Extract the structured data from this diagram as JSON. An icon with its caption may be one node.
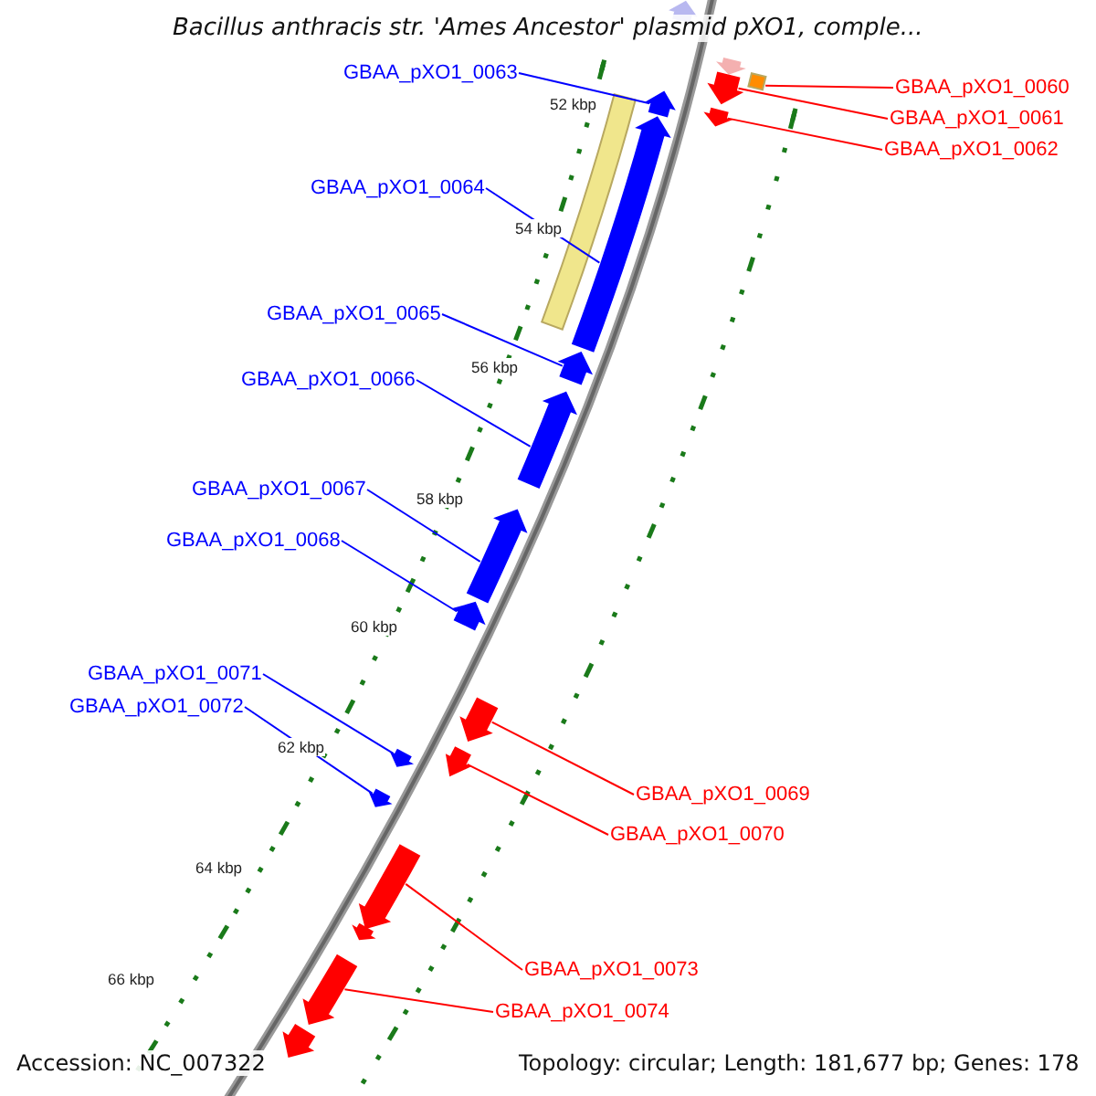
{
  "diagram": {
    "title": "Bacillus anthracis str. 'Ames Ancestor' plasmid pXO1, comple...",
    "nodes": [
      {
        "text": [
          "GBAA_pXO1_0063"
        ]
      },
      {
        "text": [
          "GBAA_pXO1_0060"
        ]
      },
      {
        "text": [
          "GBAA_pXO1_0061"
        ]
      },
      {
        "text": [
          "GBAA_pXO1_0062"
        ]
      },
      {
        "text": [
          "GBAA_pXO1_0064"
        ]
      },
      {
        "text": [
          "GBAA_pXO1_0065"
        ]
      },
      {
        "text": [
          "GBAA_pXO1_0066"
        ]
      },
      {
        "text": [
          "GBAA_pXO1_0067"
        ]
      },
      {
        "text": [
          "GBAA_pXO1_0068"
        ]
      },
      {
        "text": [
          "GBAA_pXO1_0071"
        ]
      },
      {
        "text": [
          "GBAA_pXO1_0072"
        ]
      },
      {
        "text": [
          "GBAA_pXO1_0069"
        ]
      },
      {
        "text": [
          "GBAA_pXO1_0070"
        ]
      },
      {
        "text": [
          "GBAA_pXO1_0073"
        ]
      },
      {
        "text": [
          "GBAA_pXO1_0074"
        ]
      },
      {
        "text": [],
        "shape": "arrow"
      },
      {
        "text": [],
        "shape": "arrow"
      },
      {
        "text": [],
        "shape": "bar"
      },
      {
        "text": [],
        "shape": "arrow"
      },
      {
        "text": [],
        "shape": "arrow"
      },
      {
        "text": [],
        "shape": "arrow"
      },
      {
        "text": [],
        "shape": "bar"
      },
      {
        "text": [],
        "shape": "arrow"
      },
      {
        "text": [],
        "shape": "arrow"
      },
      {
        "text": [],
        "shape": "arrow"
      },
      {
        "text": [],
        "shape": "arrow"
      },
      {
        "text": [],
        "shape": "arrow"
      },
      {
        "text": [],
        "shape": "arrow"
      },
      {
        "text": [],
        "shape": "arrow"
      },
      {
        "text": [],
        "shape": "arrow"
      },
      {
        "text": [],
        "shape": "arrow"
      },
      {
        "text": [],
        "shape": "arrow"
      },
      {
        "text": [],
        "shape": "arrow"
      },
      {
        "text": [],
        "shape": "arrow"
      },
      {
        "text": [],
        "shape": "arrow"
      }
    ],
    "edges": [
      {
        "from": 0,
        "to": 19,
        "arrow": "none"
      },
      {
        "from": 1,
        "to": 17,
        "arrow": "none",
        "color": "#ff0000"
      },
      {
        "from": 2,
        "to": 18,
        "arrow": "none",
        "color": "#ff0000"
      },
      {
        "from": 3,
        "to": 20,
        "arrow": "none",
        "color": "#ff0000"
      },
      {
        "from": 4,
        "to": 22,
        "arrow": "none"
      },
      {
        "from": 5,
        "to": 23,
        "arrow": "none"
      },
      {
        "from": 6,
        "to": 24,
        "arrow": "none"
      },
      {
        "from": 7,
        "to": 25,
        "arrow": "none"
      },
      {
        "from": 8,
        "to": 26,
        "arrow": "none"
      },
      {
        "from": 9,
        "to": 29,
        "arrow": "none"
      },
      {
        "from": 10,
        "to": 30,
        "arrow": "none"
      },
      {
        "from": 11,
        "to": 27,
        "arrow": "none",
        "color": "#ff0000"
      },
      {
        "from": 12,
        "to": 28,
        "arrow": "none",
        "color": "#ff0000"
      },
      {
        "from": 13,
        "to": 31,
        "arrow": "none",
        "color": "#ff0000"
      },
      {
        "from": 14,
        "to": 33,
        "arrow": "none",
        "color": "#ff0000"
      }
    ],
    "labels": [
      "52 kbp",
      "54 kbp",
      "56 kbp",
      "58 kbp",
      "60 kbp",
      "62 kbp",
      "64 kbp",
      "66 kbp",
      "Accession: NC_007322",
      "Topology: circular; Length: 181,677 bp; Genes: 178"
    ]
  }
}
